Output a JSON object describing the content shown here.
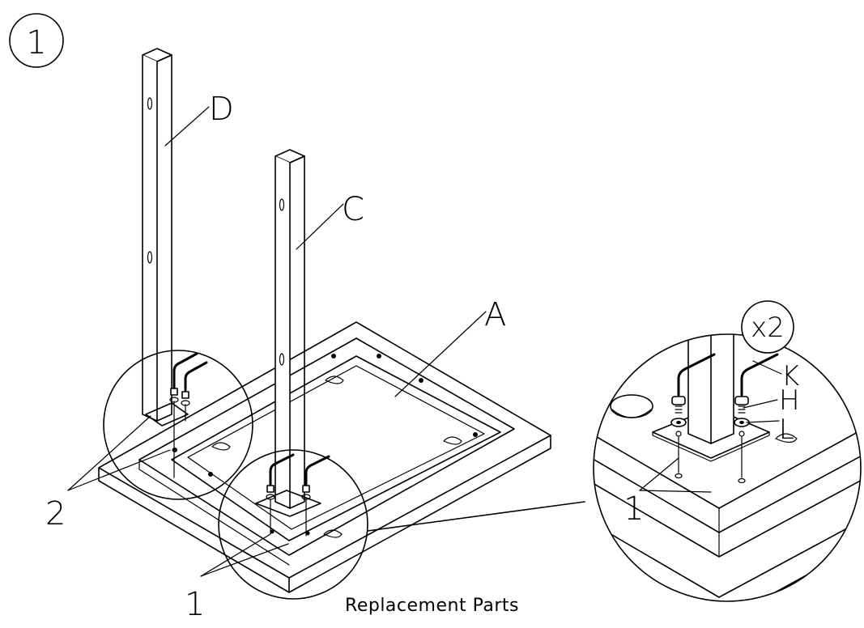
{
  "step_number": "1",
  "multiplier_label": "x2",
  "caption": "Replacement Parts",
  "labels": {
    "part_a": "A",
    "part_c": "C",
    "part_d": "D",
    "part_h": "H",
    "part_k": "K",
    "part_l": "L",
    "callout_1_left": "1",
    "callout_1_right": "1",
    "callout_2": "2"
  }
}
